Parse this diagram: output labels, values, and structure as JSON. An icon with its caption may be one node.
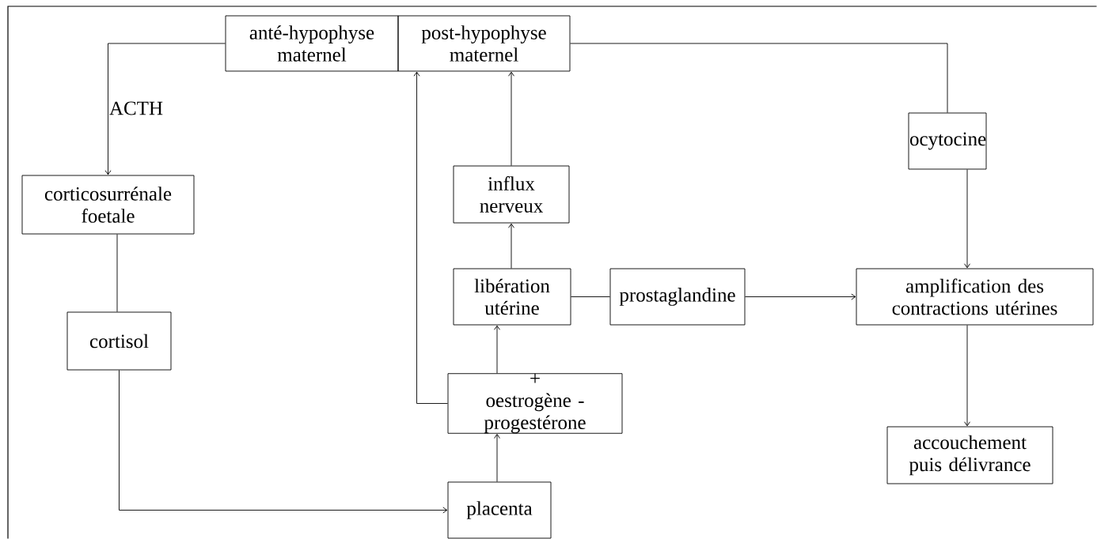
{
  "diagram": {
    "nodes": [
      {
        "text": [
          "anté-hypophyse maternel"
        ]
      },
      {
        "text": [
          "post-hypophyse maternel"
        ]
      },
      {
        "text": [
          "ocytocine"
        ]
      },
      {
        "text": [
          "corticosurrénale foetale"
        ]
      },
      {
        "text": [
          "influx nerveux"
        ]
      },
      {
        "text": [
          "libération utérine"
        ]
      },
      {
        "text": [
          "prostaglandine"
        ]
      },
      {
        "text": [
          "amplification des contractions utérines"
        ]
      },
      {
        "text": [
          "cortisol"
        ]
      },
      {
        "text": [
          "+ oestrogène - progestérone"
        ]
      },
      {
        "text": [
          "accouchement puis délivrance"
        ]
      },
      {
        "text": [
          "placenta"
        ]
      }
    ],
    "edges": [
      {
        "from": 0,
        "to": 3,
        "arrow": "to",
        "label": "ACTH"
      },
      {
        "from": 1,
        "to": 2,
        "arrow": "none"
      },
      {
        "from": 2,
        "to": 7,
        "arrow": "to"
      },
      {
        "from": 3,
        "to": 8,
        "arrow": "none"
      },
      {
        "from": 8,
        "to": 11,
        "arrow": "to"
      },
      {
        "from": 11,
        "to": 9,
        "arrow": "to"
      },
      {
        "from": 9,
        "to": 5,
        "arrow": "to"
      },
      {
        "from": 9,
        "to": 1,
        "arrow": "to"
      },
      {
        "from": 5,
        "to": 4,
        "arrow": "to"
      },
      {
        "from": 4,
        "to": 1,
        "arrow": "to"
      },
      {
        "from": 5,
        "to": 6,
        "arrow": "none"
      },
      {
        "from": 6,
        "to": 7,
        "arrow": "to"
      },
      {
        "from": 7,
        "to": 10,
        "arrow": "to"
      }
    ]
  }
}
